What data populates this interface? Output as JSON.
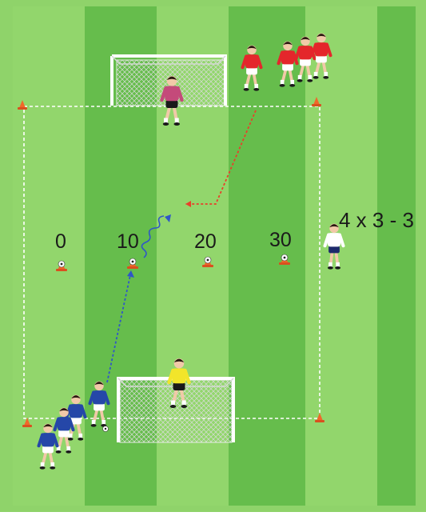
{
  "drill": {
    "format_label": "4 x 3 - 3",
    "zone_labels": [
      "0",
      "10",
      "20",
      "30"
    ]
  },
  "colors": {
    "grass_light": "#8fd36a",
    "grass_dark": "#66bd4c",
    "red_team": "#e4262b",
    "blue_team": "#2547a8",
    "keeper_top": "#c44a7a",
    "keeper_bottom": "#f2e52a",
    "cone": "#f0682a",
    "pass_red": "#e8402a",
    "pass_blue": "#2f56c8"
  },
  "icons": [
    "goal-net-icon",
    "cone-icon",
    "soccer-ball-icon",
    "player-icon"
  ]
}
